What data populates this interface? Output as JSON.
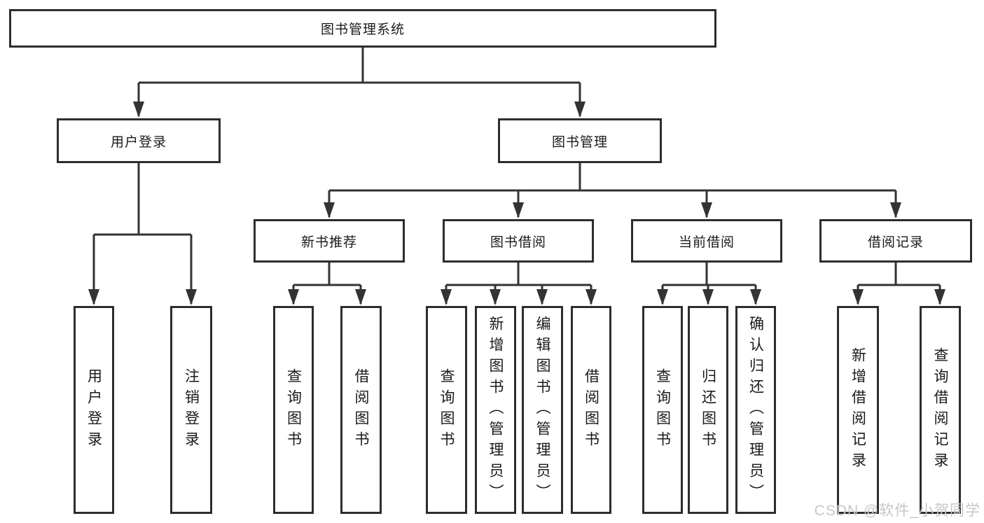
{
  "tree": {
    "root": {
      "label": "图书管理系统"
    },
    "branches": [
      {
        "label": "用户登录",
        "children": [
          {
            "label": "用户登录"
          },
          {
            "label": "注销登录"
          }
        ]
      },
      {
        "label": "图书管理",
        "children": [
          {
            "label": "新书推荐",
            "children": [
              {
                "label": "查询图书"
              },
              {
                "label": "借阅图书"
              }
            ]
          },
          {
            "label": "图书借阅",
            "children": [
              {
                "label": "查询图书"
              },
              {
                "label": "新增图书（管理员）"
              },
              {
                "label": "编辑图书（管理员）"
              },
              {
                "label": "借阅图书"
              }
            ]
          },
          {
            "label": "当前借阅",
            "children": [
              {
                "label": "查询图书"
              },
              {
                "label": "归还图书"
              },
              {
                "label": "确认归还（管理员）"
              }
            ]
          },
          {
            "label": "借阅记录",
            "children": [
              {
                "label": "新增借阅记录"
              },
              {
                "label": "查询借阅记录"
              }
            ]
          }
        ]
      }
    ]
  },
  "watermark": "CSDN @软件_小贺同学",
  "colors": {
    "line": "#333333",
    "box_border": "#2d2d2d",
    "text": "#1a1a1a",
    "watermark": "#c6c6c6",
    "background": "#ffffff"
  }
}
